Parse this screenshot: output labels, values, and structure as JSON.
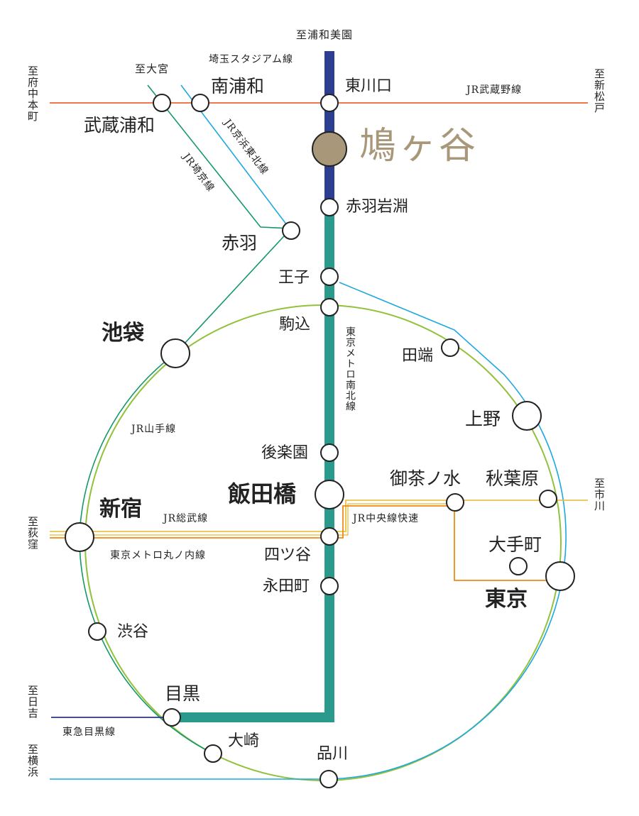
{
  "colors": {
    "nanboku": "#2a9a8c",
    "saitama_stadium": "#2c3e8f",
    "yamanote": "#92c13c",
    "keihin_tohoku": "#1ea8e0",
    "saikyo": "#16996a",
    "musashino": "#ef6432",
    "chuo_sobu": "#e8b92e",
    "chuo_rapid": "#ef8a17",
    "tokyu_meguro": "#2c3584",
    "feature_station": "#a89779",
    "text": "#222222"
  },
  "destinations": {
    "urawa_misono": "至浦和美園",
    "omiya": "至大宮",
    "fuchu_hommachi": "至府中本町",
    "shin_matsudo": "至新松戸",
    "ichikawa": "至市川",
    "ogikubo": "至荻窪",
    "hiyoshi": "至日吉",
    "yokohama": "至横浜"
  },
  "lines": {
    "saitama_stadium": "埼玉スタジアム線",
    "musashino": "JR武蔵野線",
    "keihin_tohoku": "JR京浜東北線",
    "saikyo": "JR埼京線",
    "nanboku": "東京メトロ南北線",
    "yamanote": "JR山手線",
    "sobu": "JR総武線",
    "marunouchi": "東京メトロ丸ノ内線",
    "chuo_rapid": "JR中央線快速",
    "tokyu_meguro": "東急目黒線"
  },
  "stations": {
    "hatogaya": "鳩ヶ谷",
    "higashi_kawaguchi": "東川口",
    "minami_urawa": "南浦和",
    "musashi_urawa": "武蔵浦和",
    "akabane_iwabuchi": "赤羽岩淵",
    "akabane": "赤羽",
    "oji": "王子",
    "komagome": "駒込",
    "ikebukuro": "池袋",
    "tabata": "田端",
    "ueno": "上野",
    "korakuen": "後楽園",
    "iidabashi": "飯田橋",
    "ochanomizu": "御茶ノ水",
    "akihabara": "秋葉原",
    "shinjuku": "新宿",
    "yotsuya": "四ツ谷",
    "otemachi": "大手町",
    "tokyo": "東京",
    "nagatacho": "永田町",
    "shibuya": "渋谷",
    "meguro": "目黒",
    "osaki": "大崎",
    "shinagawa": "品川"
  }
}
